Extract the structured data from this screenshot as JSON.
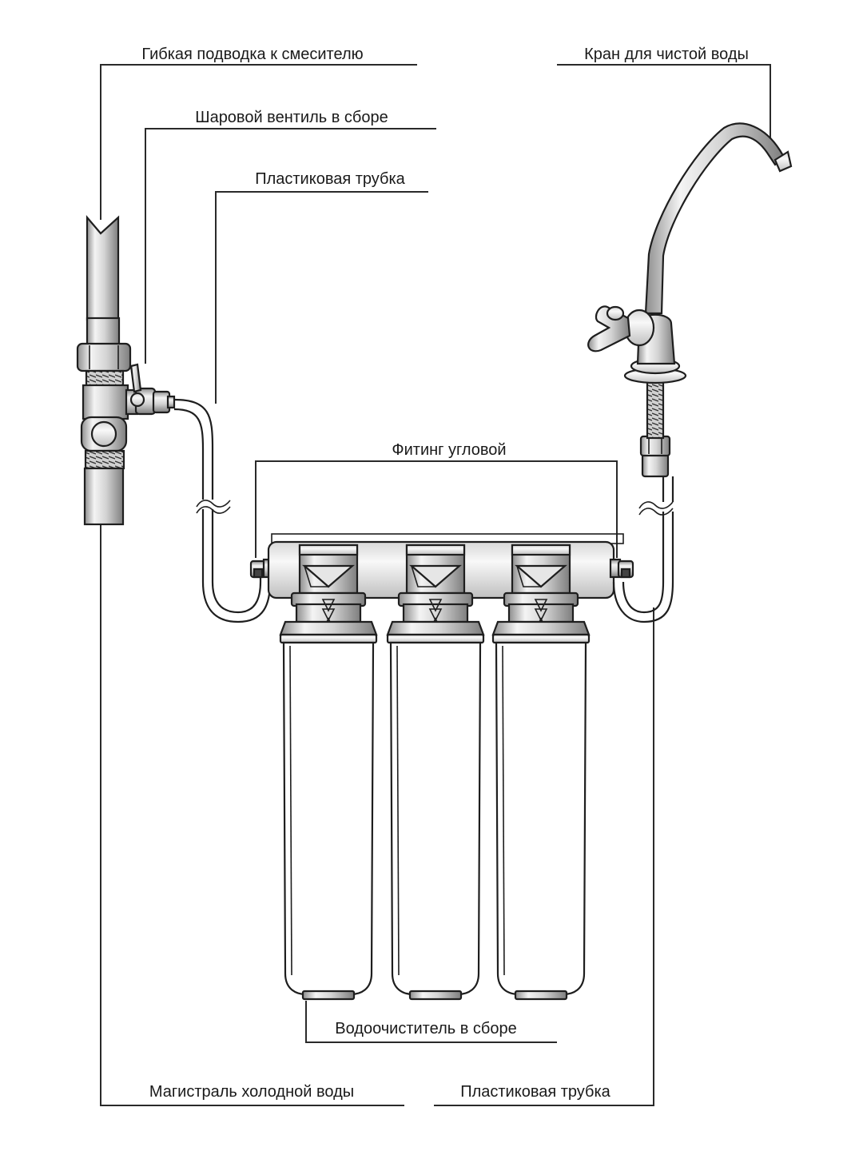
{
  "labels": {
    "flex_hose": "Гибкая подводка к смесителю",
    "ball_valve": "Шаровой вентиль в сборе",
    "plastic_tube_top": "Пластиковая трубка",
    "pure_water_faucet": "Кран для чистой воды",
    "angle_fitting": "Фитинг угловой",
    "filter_assembly": "Водоочиститель в сборе",
    "cold_water_main": "Магистраль холодной воды",
    "plastic_tube_bottom": "Пластиковая трубка"
  },
  "filter_count": 3,
  "colors": {
    "line": "#1e1e1e",
    "metal_light": "#f2f2f2",
    "metal_mid": "#c8c8c8",
    "metal_dark": "#8e8e8e",
    "housing": "#ffffff",
    "thread": "#222222"
  }
}
